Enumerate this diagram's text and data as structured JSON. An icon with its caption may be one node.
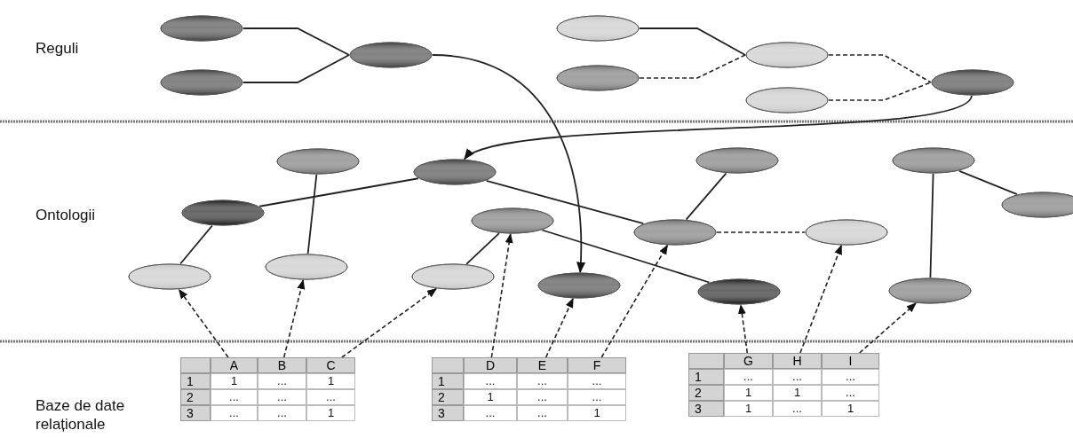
{
  "diagram": {
    "nodes": [
      {
        "text": [],
        "shape": "ellipse"
      },
      {
        "text": [],
        "shape": "ellipse"
      },
      {
        "text": [],
        "shape": "ellipse"
      },
      {
        "text": [],
        "shape": "ellipse"
      },
      {
        "text": [],
        "shape": "ellipse"
      },
      {
        "text": [],
        "shape": "ellipse"
      },
      {
        "text": [],
        "shape": "ellipse"
      },
      {
        "text": [],
        "shape": "ellipse"
      },
      {
        "text": [],
        "shape": "ellipse"
      },
      {
        "text": [],
        "shape": "ellipse"
      },
      {
        "text": [],
        "shape": "ellipse"
      },
      {
        "text": [],
        "shape": "ellipse"
      },
      {
        "text": [],
        "shape": "ellipse"
      },
      {
        "text": [],
        "shape": "ellipse"
      },
      {
        "text": [],
        "shape": "ellipse"
      },
      {
        "text": [],
        "shape": "ellipse"
      },
      {
        "text": [],
        "shape": "ellipse"
      },
      {
        "text": [],
        "shape": "ellipse"
      },
      {
        "text": [],
        "shape": "ellipse"
      },
      {
        "text": [],
        "shape": "ellipse"
      },
      {
        "text": [],
        "shape": "ellipse"
      },
      {
        "text": [],
        "shape": "ellipse"
      },
      {
        "text": [],
        "shape": "ellipse"
      },
      {
        "text": [
          "A"
        ]
      },
      {
        "text": [
          "B"
        ]
      },
      {
        "text": [
          "C"
        ]
      },
      {
        "text": [
          "D"
        ]
      },
      {
        "text": [
          "E"
        ]
      },
      {
        "text": [
          "F"
        ]
      },
      {
        "text": [
          "G"
        ]
      },
      {
        "text": [
          "H"
        ]
      },
      {
        "text": [
          "I"
        ]
      }
    ],
    "edges": [
      {
        "from": 0,
        "to": 2,
        "arrow": "none"
      },
      {
        "from": 1,
        "to": 2,
        "arrow": "none"
      },
      {
        "from": 3,
        "to": 5,
        "arrow": "none"
      },
      {
        "from": 4,
        "to": 5,
        "arrow": "none",
        "style": "dashed"
      },
      {
        "from": 5,
        "to": 7,
        "arrow": "none",
        "style": "dashed"
      },
      {
        "from": 6,
        "to": 7,
        "arrow": "none",
        "style": "dashed"
      },
      {
        "from": 2,
        "to": 15,
        "arrow": "to"
      },
      {
        "from": 7,
        "to": 9,
        "arrow": "to"
      },
      {
        "from": 9,
        "to": 10,
        "arrow": "none"
      },
      {
        "from": 9,
        "to": 16,
        "arrow": "none"
      },
      {
        "from": 8,
        "to": 12,
        "arrow": "none"
      },
      {
        "from": 10,
        "to": 11,
        "arrow": "none"
      },
      {
        "from": 13,
        "to": 14,
        "arrow": "none"
      },
      {
        "from": 13,
        "to": 21,
        "arrow": "none"
      },
      {
        "from": 16,
        "to": 17,
        "arrow": "none"
      },
      {
        "from": 16,
        "to": 20,
        "arrow": "none",
        "style": "dashed"
      },
      {
        "from": 18,
        "to": 22,
        "arrow": "none"
      },
      {
        "from": 19,
        "to": 18,
        "arrow": "none"
      },
      {
        "from": 23,
        "to": 11,
        "arrow": "to",
        "style": "dashed"
      },
      {
        "from": 24,
        "to": 12,
        "arrow": "to",
        "style": "dashed"
      },
      {
        "from": 25,
        "to": 14,
        "arrow": "to",
        "style": "dashed"
      },
      {
        "from": 26,
        "to": 13,
        "arrow": "to",
        "style": "dashed"
      },
      {
        "from": 27,
        "to": 15,
        "arrow": "to",
        "style": "dashed"
      },
      {
        "from": 28,
        "to": 16,
        "arrow": "to",
        "style": "dashed"
      },
      {
        "from": 29,
        "to": 21,
        "arrow": "to",
        "style": "dashed"
      },
      {
        "from": 30,
        "to": 20,
        "arrow": "to",
        "style": "dashed"
      },
      {
        "from": 31,
        "to": 22,
        "arrow": "to",
        "style": "dashed"
      }
    ],
    "labels": [
      "Reguli",
      "Ontologii",
      "Baze de date relaționale",
      "1",
      "1",
      "...",
      "1",
      "2",
      "...",
      "...",
      "...",
      "3",
      "...",
      "...",
      "1",
      "1",
      "...",
      "...",
      "...",
      "2",
      "1",
      "...",
      "...",
      "3",
      "...",
      "...",
      "1",
      "1",
      "...",
      "...",
      "...",
      "2",
      "1",
      "1",
      "...",
      "3",
      "1",
      "...",
      "1"
    ]
  }
}
